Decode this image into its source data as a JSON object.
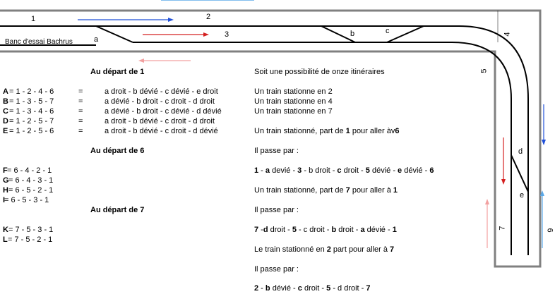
{
  "diagram": {
    "labels": {
      "n1": "1",
      "n2": "2",
      "n3": "3",
      "n4": "4",
      "n5": "5",
      "n6": "6",
      "n7": "7",
      "a": "a",
      "b": "b",
      "c": "c",
      "d": "d",
      "e": "e",
      "banc": "Banc d'essai  Bachrus"
    },
    "colors": {
      "blue": "#1f4fd8",
      "red": "#d42020",
      "light_red": "#f2a0a0",
      "light_blue": "#5aa8e8",
      "frame": "#808080"
    }
  },
  "left": {
    "depart1": "Au départ de 1",
    "routes1": [
      {
        "id": "A",
        "path": " = 1 - 2 - 4 - 6",
        "eq": "=",
        "desc": "a droit - b dévié - c dévié - e droit"
      },
      {
        "id": "B",
        "path": " = 1 - 3 - 5 - 7",
        "eq": "=",
        "desc": "a dévié - b droit - c droit - d droit"
      },
      {
        "id": "C",
        "path": " = 1 - 3 - 4 - 6",
        "eq": "=",
        "desc": "a dévié - b droit - c dévié - d dévié"
      },
      {
        "id": "D",
        "path": " = 1 - 2 - 5 - 7",
        "eq": "=",
        "desc": "a droit - b dévié - c droit - d droit"
      },
      {
        "id": "E",
        "path": " = 1 - 2 - 5 - 6",
        "eq": "=",
        "desc": "a droit - b dévié - c droit  - d dévié"
      }
    ],
    "depart6": "Au départ de 6",
    "routes6": [
      {
        "id": "F",
        "path": " = 6 - 4 - 2 - 1"
      },
      {
        "id": "G",
        "path": " = 6 - 4 - 3 - 1"
      },
      {
        "id": "H",
        "path": " = 6 - 5 - 2 - 1"
      },
      {
        "id": "I",
        "path": " = 6 - 5 - 3 - 1"
      }
    ],
    "depart7": "Au départ de 7",
    "routes7": [
      {
        "id": "K",
        "path": " = 7 - 5 - 3 - 1"
      },
      {
        "id": "L",
        "path": " = 7 - 5 - 2 - 1"
      }
    ]
  },
  "right": {
    "intro": "Soit une possibilité de onze itinéraires",
    "stationne": [
      "Un train stationne en 2",
      "Un train stationne en 4",
      "Un train stationne en 7"
    ],
    "para1": {
      "pre": "Un train stationné, part de ",
      "from": "1",
      "mid": " pour aller  àv",
      "to": "6"
    },
    "passe1": "Il passe par :",
    "seq1": [
      {
        "b": "1",
        "t": " - "
      },
      {
        "b": "a",
        "t": " devié - "
      },
      {
        "b": "3",
        "t": " - b droit - "
      },
      {
        "b": "c",
        "t": " droit - "
      },
      {
        "b": "5",
        "t": " dévié - "
      },
      {
        "b": "e",
        "t": " dévié - "
      },
      {
        "b": "6",
        "t": ""
      }
    ],
    "para2": {
      "pre": "Un train stationné, part de ",
      "from": "7",
      "mid": " pour aller  à ",
      "to": "1"
    },
    "passe2": "Il passe par  :",
    "seq2": [
      {
        "b": "7",
        "t": " -"
      },
      {
        "b": "d",
        "t": " droit - "
      },
      {
        "b": "5",
        "t": " - c droit - "
      },
      {
        "b": "b",
        "t": " droit - "
      },
      {
        "b": "a",
        "t": " dévié - "
      },
      {
        "b": "1",
        "t": ""
      }
    ],
    "para3": {
      "pre": "Le train stationné en ",
      "from": "2",
      "mid": " part pour aller à ",
      "to": "7"
    },
    "passe3": "Il passe par  :",
    "seq3": [
      {
        "b": "2",
        "t": " - "
      },
      {
        "b": "b",
        "t": " dévié - "
      },
      {
        "b": "c",
        "t": " droit - "
      },
      {
        "b": "5",
        "t": " - d droit - "
      },
      {
        "b": "7",
        "t": ""
      }
    ]
  }
}
